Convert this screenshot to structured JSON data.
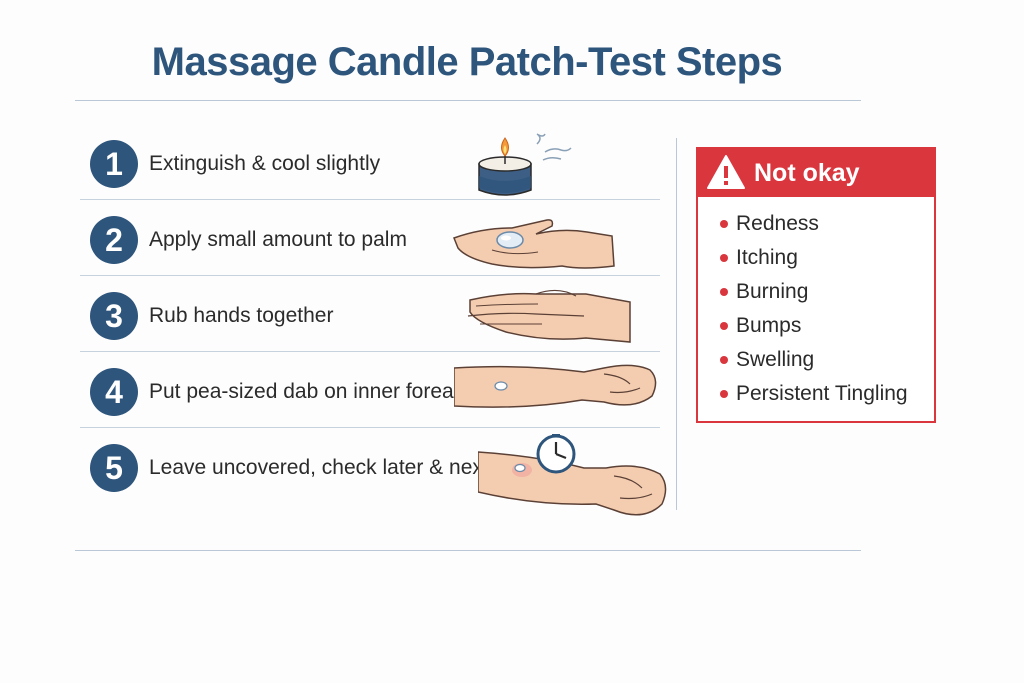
{
  "title": "Massage Candle Patch-Test Steps",
  "steps": [
    {
      "number": "1",
      "text": "Extinguish & cool slightly",
      "icon": "candle-icon"
    },
    {
      "number": "2",
      "text": "Apply small amount to palm",
      "icon": "palm-icon"
    },
    {
      "number": "3",
      "text": "Rub hands together",
      "icon": "rubbing-hands-icon"
    },
    {
      "number": "4",
      "text": "Put pea-sized dab on inner forearm",
      "icon": "forearm-dab-icon"
    },
    {
      "number": "5",
      "text": "Leave uncovered, check later & next day",
      "icon": "forearm-clock-icon"
    }
  ],
  "warning": {
    "label": "Not okay",
    "icon": "warning-triangle-icon",
    "items": [
      "Redness",
      "Itching",
      "Burning",
      "Bumps",
      "Swelling",
      "Persistent Tingling"
    ]
  },
  "colors": {
    "primary": "#2e557c",
    "danger": "#d9363e",
    "skin": "#f4cdb0",
    "skin_outline": "#5b4036"
  }
}
